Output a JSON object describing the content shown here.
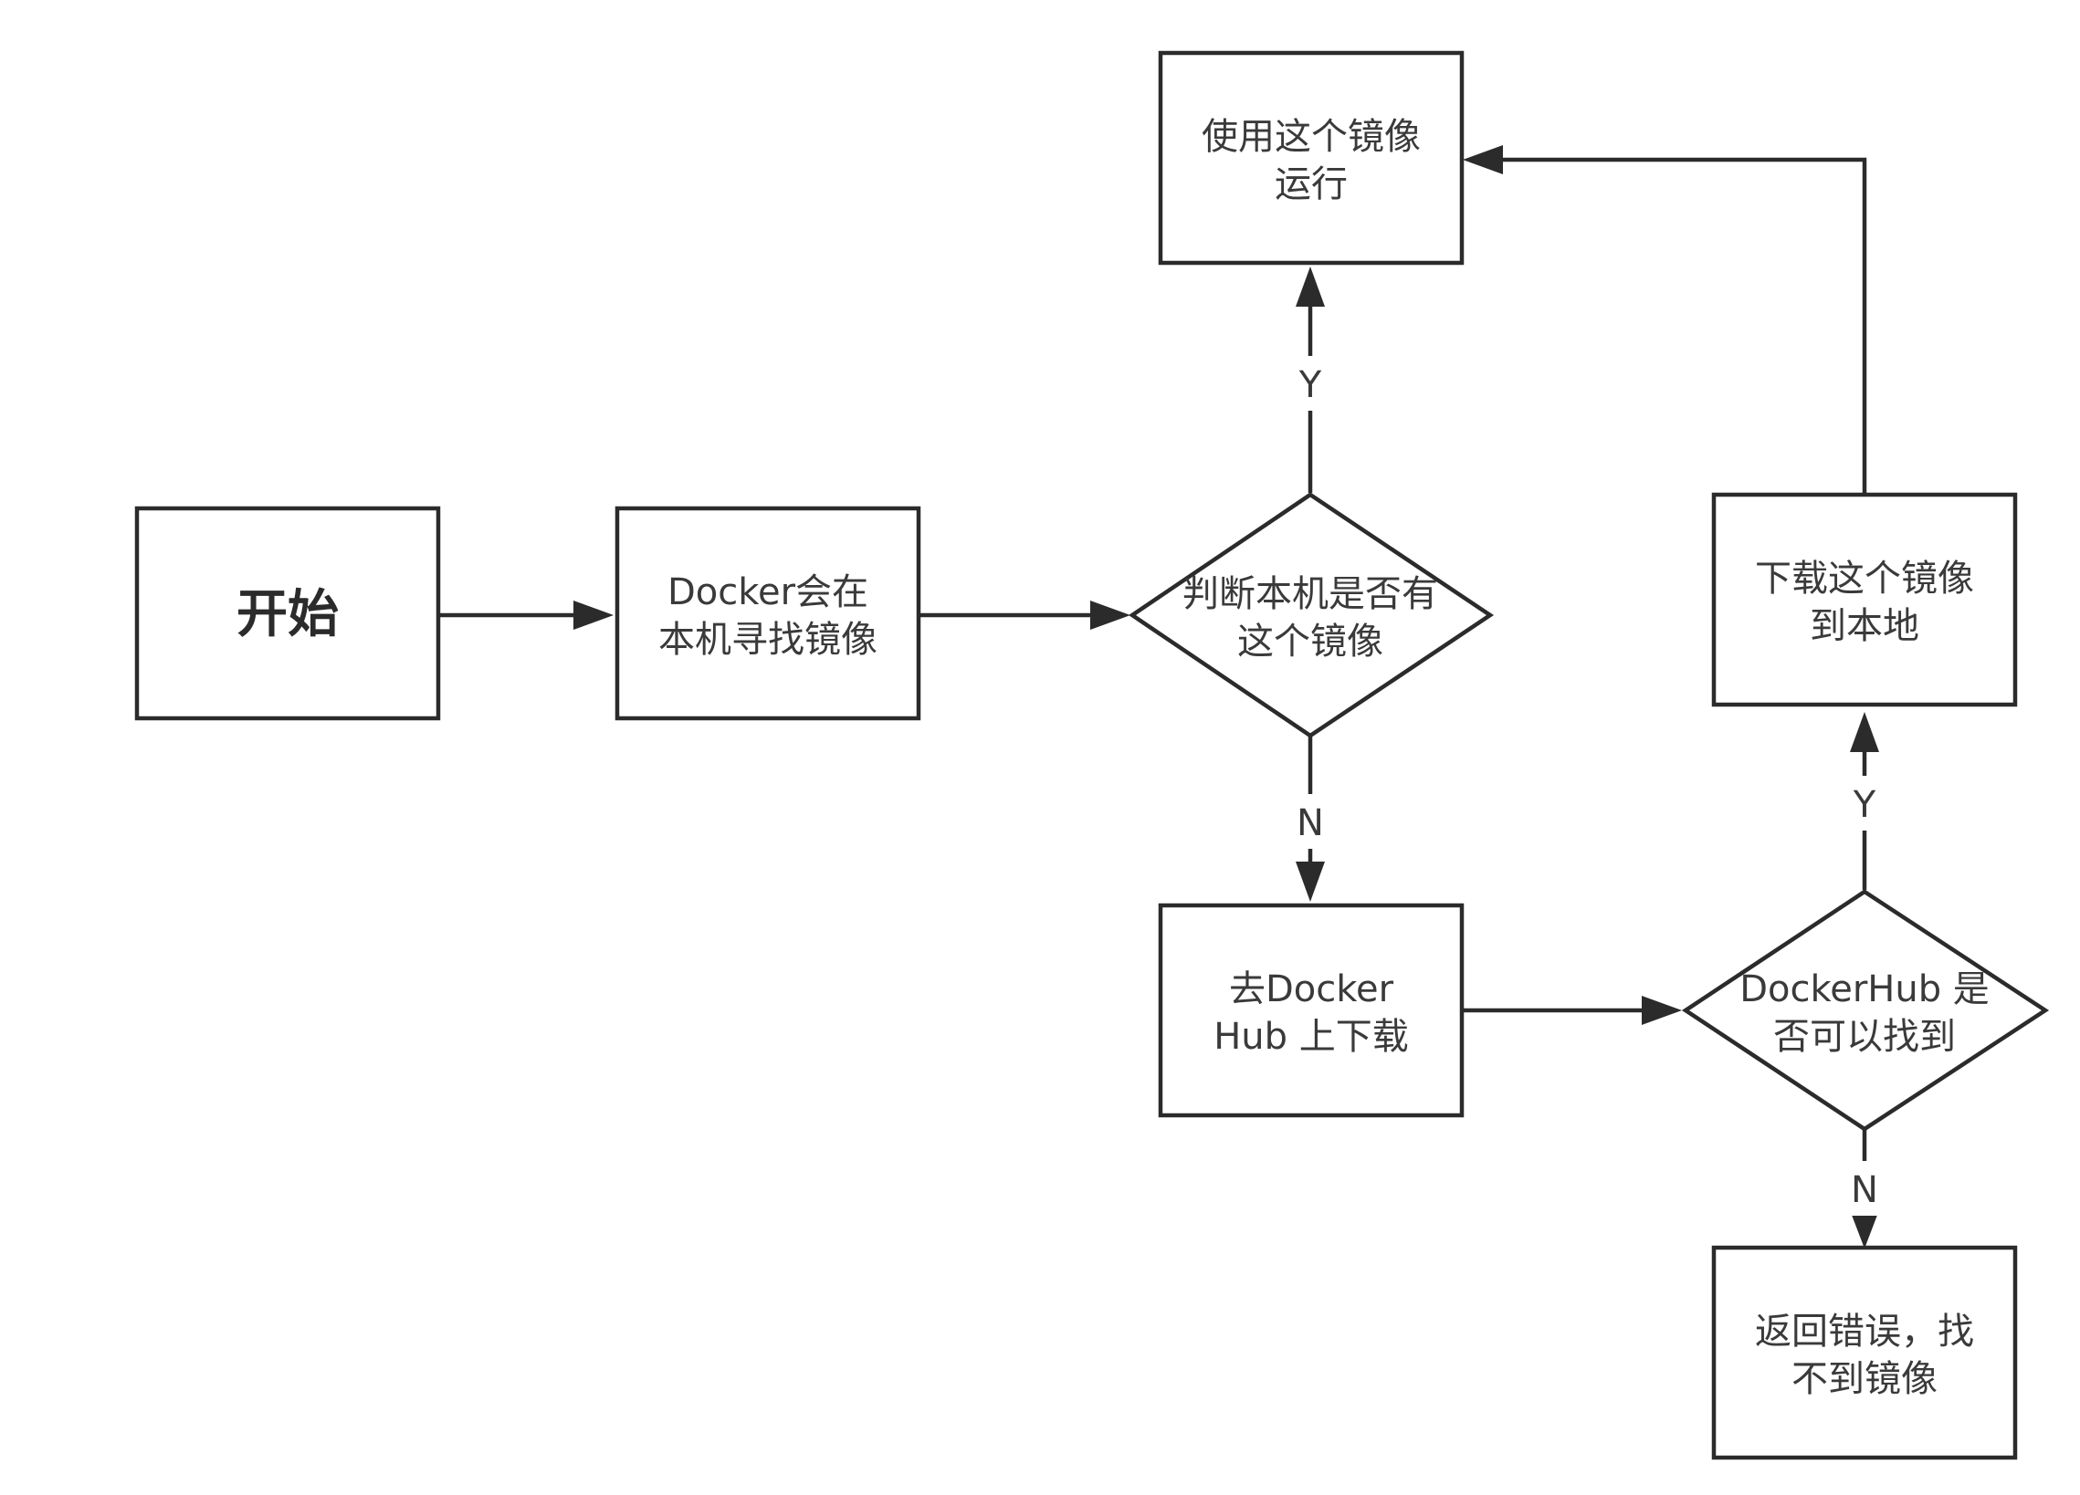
{
  "nodes": {
    "start": {
      "text": "开始"
    },
    "search_local": {
      "lines": [
        "Docker会在",
        "本机寻找镜像"
      ]
    },
    "decision_local": {
      "lines": [
        "判断本机是否有",
        "这个镜像"
      ]
    },
    "run_image": {
      "lines": [
        "使用这个镜像",
        "运行"
      ]
    },
    "download_hub": {
      "lines": [
        "去Docker",
        "Hub 上下载"
      ]
    },
    "decision_hub": {
      "lines": [
        "DockerHub 是",
        "否可以找到"
      ]
    },
    "download_local": {
      "lines": [
        "下载这个镜像",
        "到本地"
      ]
    },
    "error": {
      "lines": [
        "返回错误，找",
        "不到镜像"
      ]
    }
  },
  "edge_labels": {
    "local_yes": "Y",
    "local_no": "N",
    "hub_yes": "Y",
    "hub_no": "N"
  }
}
